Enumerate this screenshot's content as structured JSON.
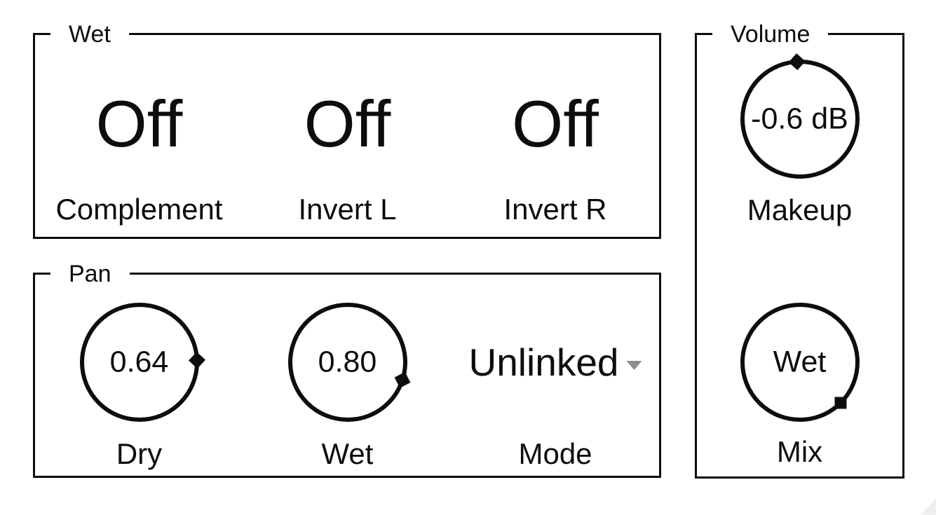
{
  "colors": {
    "background": "#ffffff",
    "foreground": "#0d0d0d",
    "dropdown_arrow": "#8c8c8c",
    "resize_grip": "#efefef"
  },
  "groups": {
    "wet": {
      "title": "Wet",
      "toggles": [
        {
          "value": "Off",
          "label": "Complement"
        },
        {
          "value": "Off",
          "label": "Invert L"
        },
        {
          "value": "Off",
          "label": "Invert R"
        }
      ]
    },
    "pan": {
      "title": "Pan",
      "knobs": [
        {
          "value": "0.64",
          "label": "Dry",
          "angle_deg": 88
        },
        {
          "value": "0.80",
          "label": "Wet",
          "angle_deg": 108
        }
      ],
      "mode": {
        "value": "Unlinked",
        "label": "Mode"
      }
    },
    "volume": {
      "title": "Volume",
      "knobs": [
        {
          "value": "-0.6 dB",
          "label": "Makeup",
          "angle_deg": -3
        },
        {
          "value": "Wet",
          "label": "Mix",
          "angle_deg": 135
        }
      ]
    }
  }
}
